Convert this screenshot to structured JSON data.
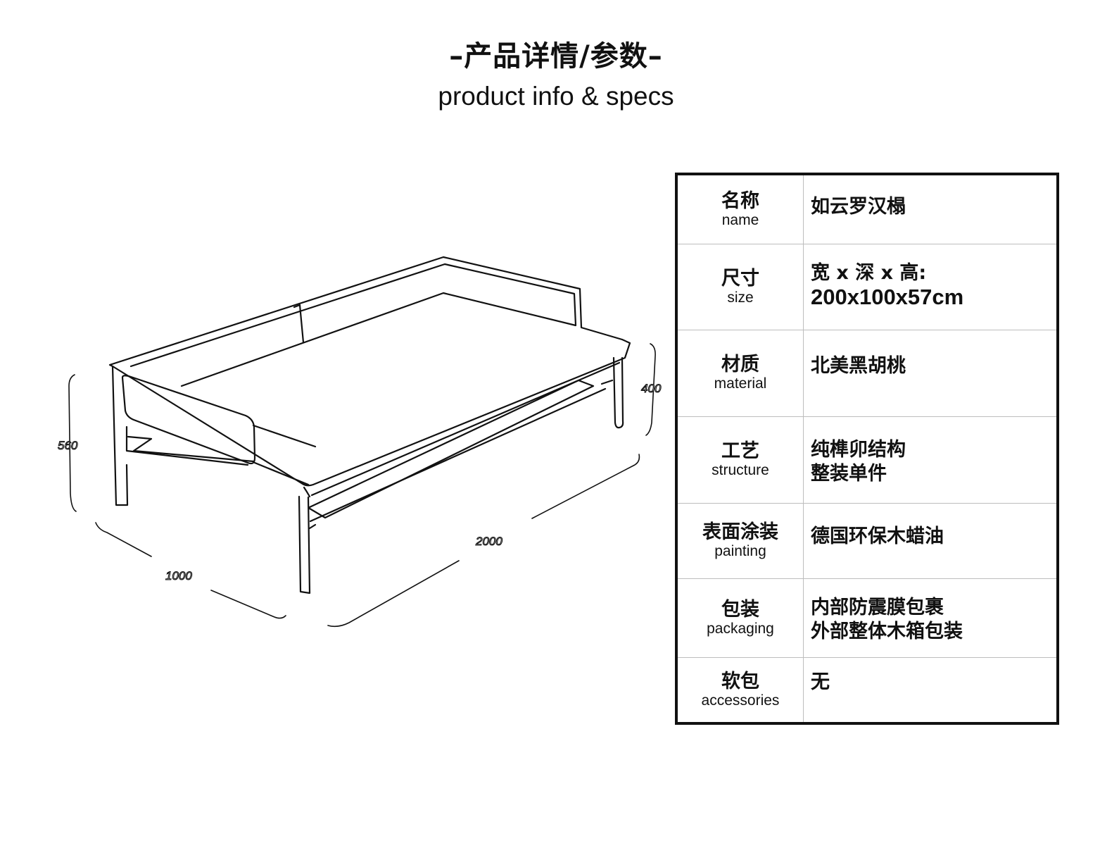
{
  "header": {
    "title_cn": "–产品详情/参数–",
    "title_en": "product info & specs"
  },
  "drawing": {
    "description_icon": "daybed-line-drawing",
    "dimensions": {
      "height_back": "560",
      "height_seat": "400",
      "depth": "1000",
      "width": "2000"
    }
  },
  "specs": [
    {
      "label_cn": "名称",
      "label_en": "name",
      "value": [
        "如云罗汉榻"
      ]
    },
    {
      "label_cn": "尺寸",
      "label_en": "size",
      "value": [
        "宽 x 深 x 高:",
        "200x100x57cm"
      ]
    },
    {
      "label_cn": "材质",
      "label_en": "material",
      "value": [
        "北美黑胡桃"
      ]
    },
    {
      "label_cn": "工艺",
      "label_en": "structure",
      "value": [
        "纯榫卯结构",
        "整装单件"
      ]
    },
    {
      "label_cn": "表面涂装",
      "label_en": "painting",
      "value": [
        "德国环保木蜡油"
      ]
    },
    {
      "label_cn": "包装",
      "label_en": "packaging",
      "value": [
        "内部防震膜包裹",
        "外部整体木箱包装"
      ]
    },
    {
      "label_cn": "软包",
      "label_en": "accessories",
      "value": [
        "无"
      ]
    }
  ]
}
